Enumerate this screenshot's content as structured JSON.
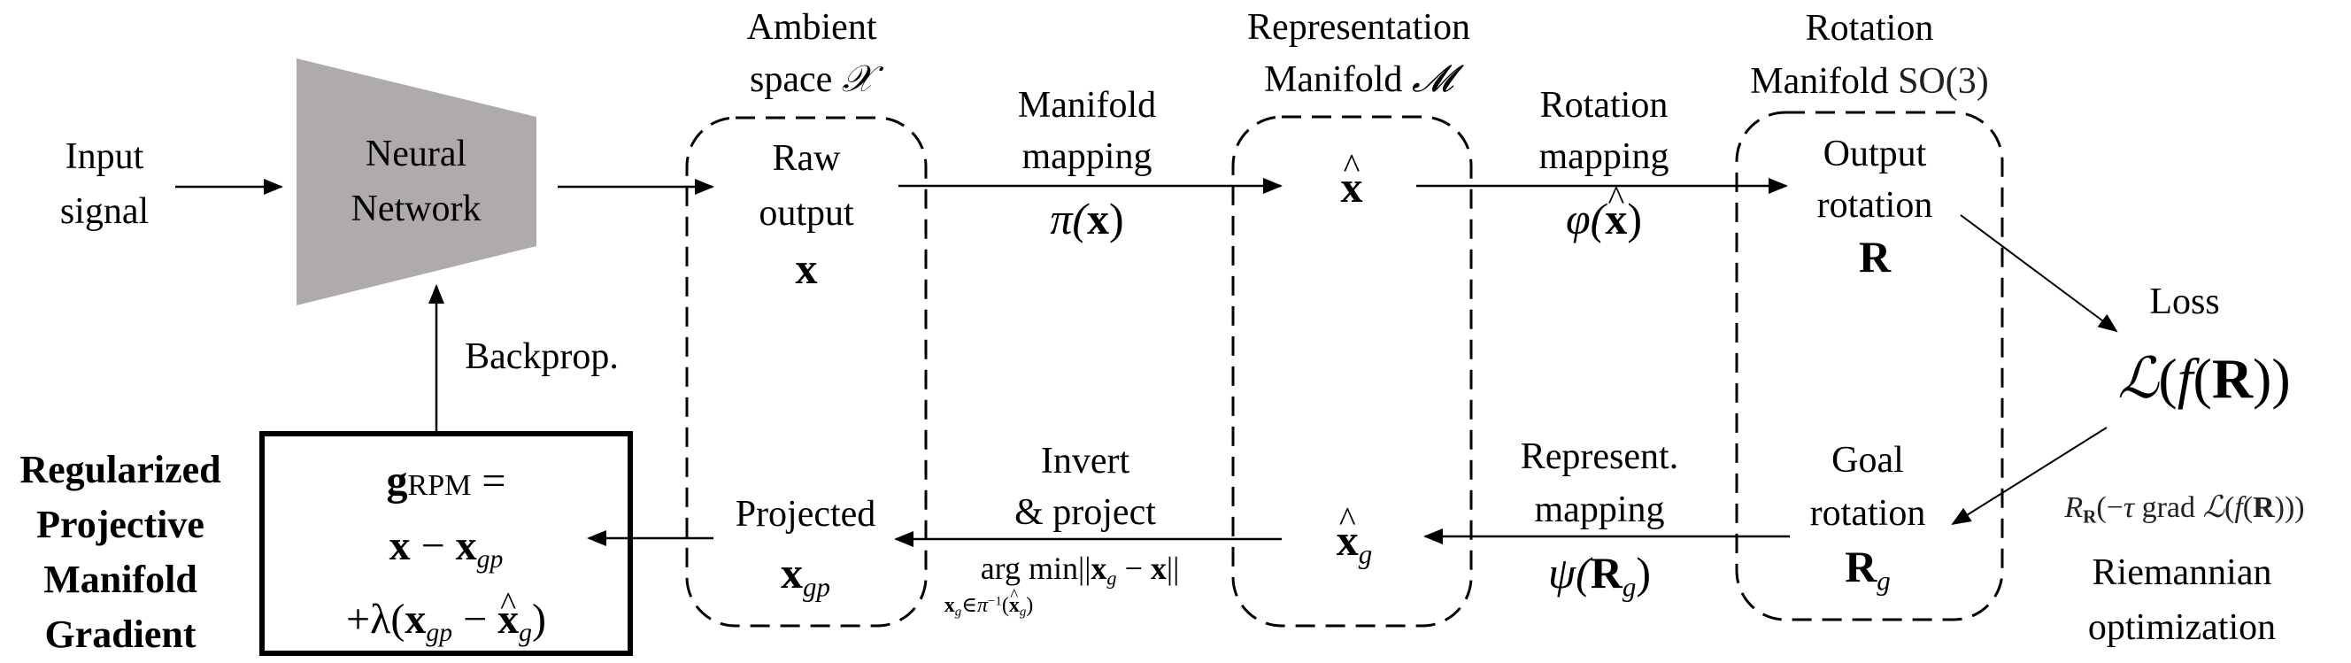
{
  "input": {
    "line1": "Input",
    "line2": "signal"
  },
  "network": {
    "line1": "Neural",
    "line2": "Network",
    "fill": "#afabab"
  },
  "backprop": "Backprop.",
  "rpm_label": {
    "line1": "Regularized",
    "line2": "Projective",
    "line3": "Manifold",
    "line4": "Gradient"
  },
  "rpm_formula": {
    "line1_g": "g",
    "line1_sub": "RPM",
    "line1_eq": " =",
    "line2_x": "x",
    "line2_minus": " − ",
    "line2_xgp": "x",
    "line2_xgp_sub": "gp",
    "line3_prefix": "+λ(",
    "line3_x": "x",
    "line3_x_sub": "gp",
    "line3_minus": " − ",
    "line3_xhat": "x",
    "line3_xhat_sub": "g",
    "line3_suffix": ")"
  },
  "ambient": {
    "title1": "Ambient",
    "title2": "space",
    "title_symbol": "𝒳",
    "top_line1": "Raw",
    "top_line2": "output",
    "top_symbol": "x",
    "bottom_line1": "Projected",
    "bottom_symbol": "x",
    "bottom_sub": "gp"
  },
  "manifold_mapping": {
    "line1": "Manifold",
    "line2": "mapping",
    "formula_fn": "π(",
    "formula_arg": "x",
    "formula_close": ")"
  },
  "invert_project": {
    "line1": "Invert",
    "line2": "& project",
    "argmin": "arg min||",
    "argmin_x": "x",
    "argmin_x_sub": "g",
    "argmin_rest": " − ",
    "argmin_x2": "x",
    "argmin_close": "||",
    "constraint": "x",
    "constraint_sub": "g",
    "constraint_rest": "∈π",
    "constraint_sup": "−1",
    "constraint_arg_open": "(",
    "constraint_arg": "x",
    "constraint_arg_sub": "g",
    "constraint_arg_close": ")"
  },
  "representation": {
    "title1": "Representation",
    "title2": "Manifold",
    "title_symbol": "𝓜",
    "top_symbol": "x",
    "bottom_symbol": "x",
    "bottom_sub": "g"
  },
  "rotation_mapping": {
    "line1": "Rotation",
    "line2": "mapping",
    "formula_fn": "φ(",
    "formula_arg": "x",
    "formula_close": ")"
  },
  "represent_mapping": {
    "line1": "Represent.",
    "line2": "mapping",
    "formula_fn": "ψ(",
    "formula_arg": "R",
    "formula_sub": "g",
    "formula_close": ")"
  },
  "rotation_manifold": {
    "title1": "Rotation",
    "title2": "Manifold",
    "title_symbol": "SO(3)",
    "top_line1": "Output",
    "top_line2": "rotation",
    "top_symbol": "R",
    "bottom_line1": "Goal",
    "bottom_line2": "rotation",
    "bottom_symbol": "R",
    "bottom_sub": "g"
  },
  "loss": {
    "label": "Loss",
    "formula_L": "ℒ",
    "formula_open": "(",
    "formula_f": "f",
    "formula_open2": "(",
    "formula_R": "R",
    "formula_close": "))"
  },
  "riemannian": {
    "retraction_R": "R",
    "retraction_sub": "R",
    "retraction_rest1": "(−",
    "retraction_tau": "τ",
    "retraction_grad": " grad ",
    "retraction_L": "ℒ",
    "retraction_open": "(",
    "retraction_f": "f",
    "retraction_open2": "(",
    "retraction_Rbold": "R",
    "retraction_close": ")))",
    "line1": "Riemannian",
    "line2": "optimization"
  }
}
